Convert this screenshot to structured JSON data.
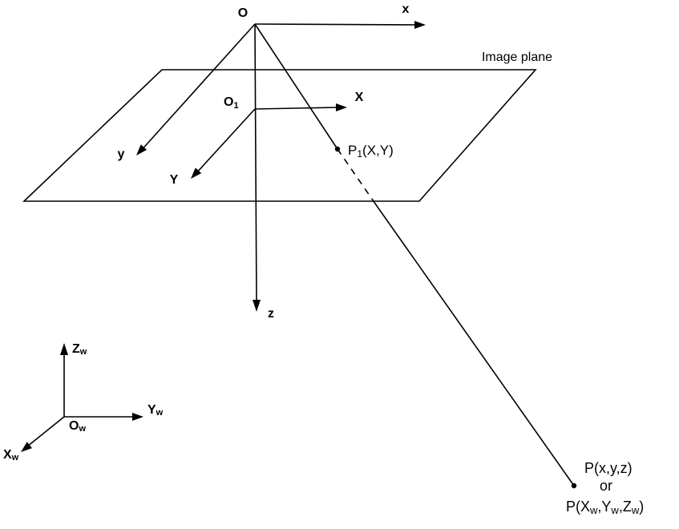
{
  "colors": {
    "ink": "#000000",
    "background": "#ffffff"
  },
  "diagram": {
    "camera": {
      "origin": "O",
      "x": "x",
      "y": "y",
      "z": "z"
    },
    "image_plane": {
      "name": "Image plane",
      "origin": "O",
      "origin_sub": "1",
      "x": "X",
      "y": "Y",
      "p1": "P",
      "p1_sub": "1",
      "p1_coords": "(X,Y)"
    },
    "world": {
      "origin": "O",
      "origin_sub": "w",
      "x": "X",
      "x_sub": "w",
      "y": "Y",
      "y_sub": "w",
      "z": "Z",
      "z_sub": "w"
    },
    "point": {
      "line1": "P(x,y,z)",
      "line2": "or",
      "line3_a": "P(X",
      "line3_a_sub": "w",
      "line3_b": ",Y",
      "line3_b_sub": "w",
      "line3_c": ",Z",
      "line3_c_sub": "w",
      "line3_d": ")"
    }
  }
}
